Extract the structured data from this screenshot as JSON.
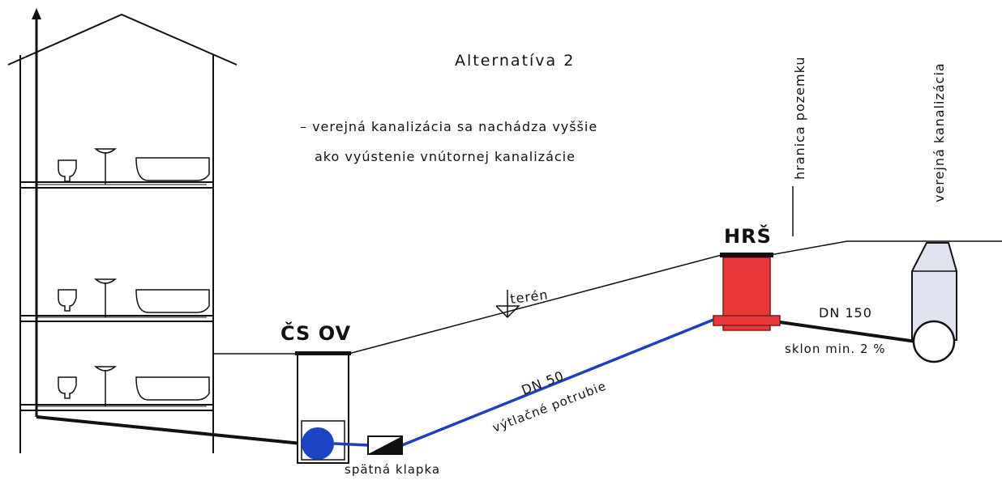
{
  "title": "Alternatíva 2",
  "description": {
    "line1": "– verejná kanalizácia sa nachádza vyššie",
    "line2": "ako vyústenie vnútornej kanalizácie"
  },
  "labels": {
    "cs_ov": "ČS OV",
    "hrs": "HRŠ",
    "teren": "terén",
    "dn50": "DN 50",
    "vytlacne": "výtlačné potrubie",
    "spatna": "spätná klapka",
    "dn150": "DN 150",
    "sklon": "sklon min. 2 %",
    "hranica": "hranica pozemku",
    "verejna": "verejná kanalizácia"
  },
  "colors": {
    "pipe_blue": "#1f3fbf",
    "pump_blue": "#1a44c4",
    "hrs_red": "#e8383a",
    "sewer_fill": "#dfe3f0",
    "line": "#111111"
  }
}
